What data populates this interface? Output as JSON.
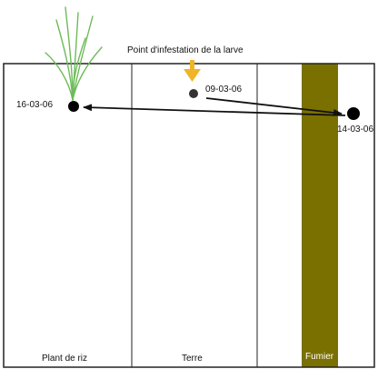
{
  "annotation": {
    "infestation_point": "Point d'infestation de la larve"
  },
  "dates": {
    "first": "09-03-06",
    "second": "14-03-06",
    "third": "16-03-06"
  },
  "zones": [
    {
      "label": "Plant de riz"
    },
    {
      "label": "Terre"
    },
    {
      "label": "Fumier"
    }
  ],
  "colors": {
    "manure_band": "#7a7000",
    "arrow_marker": "#f0b429",
    "plant": "#6dbb5a",
    "border": "#222222"
  }
}
